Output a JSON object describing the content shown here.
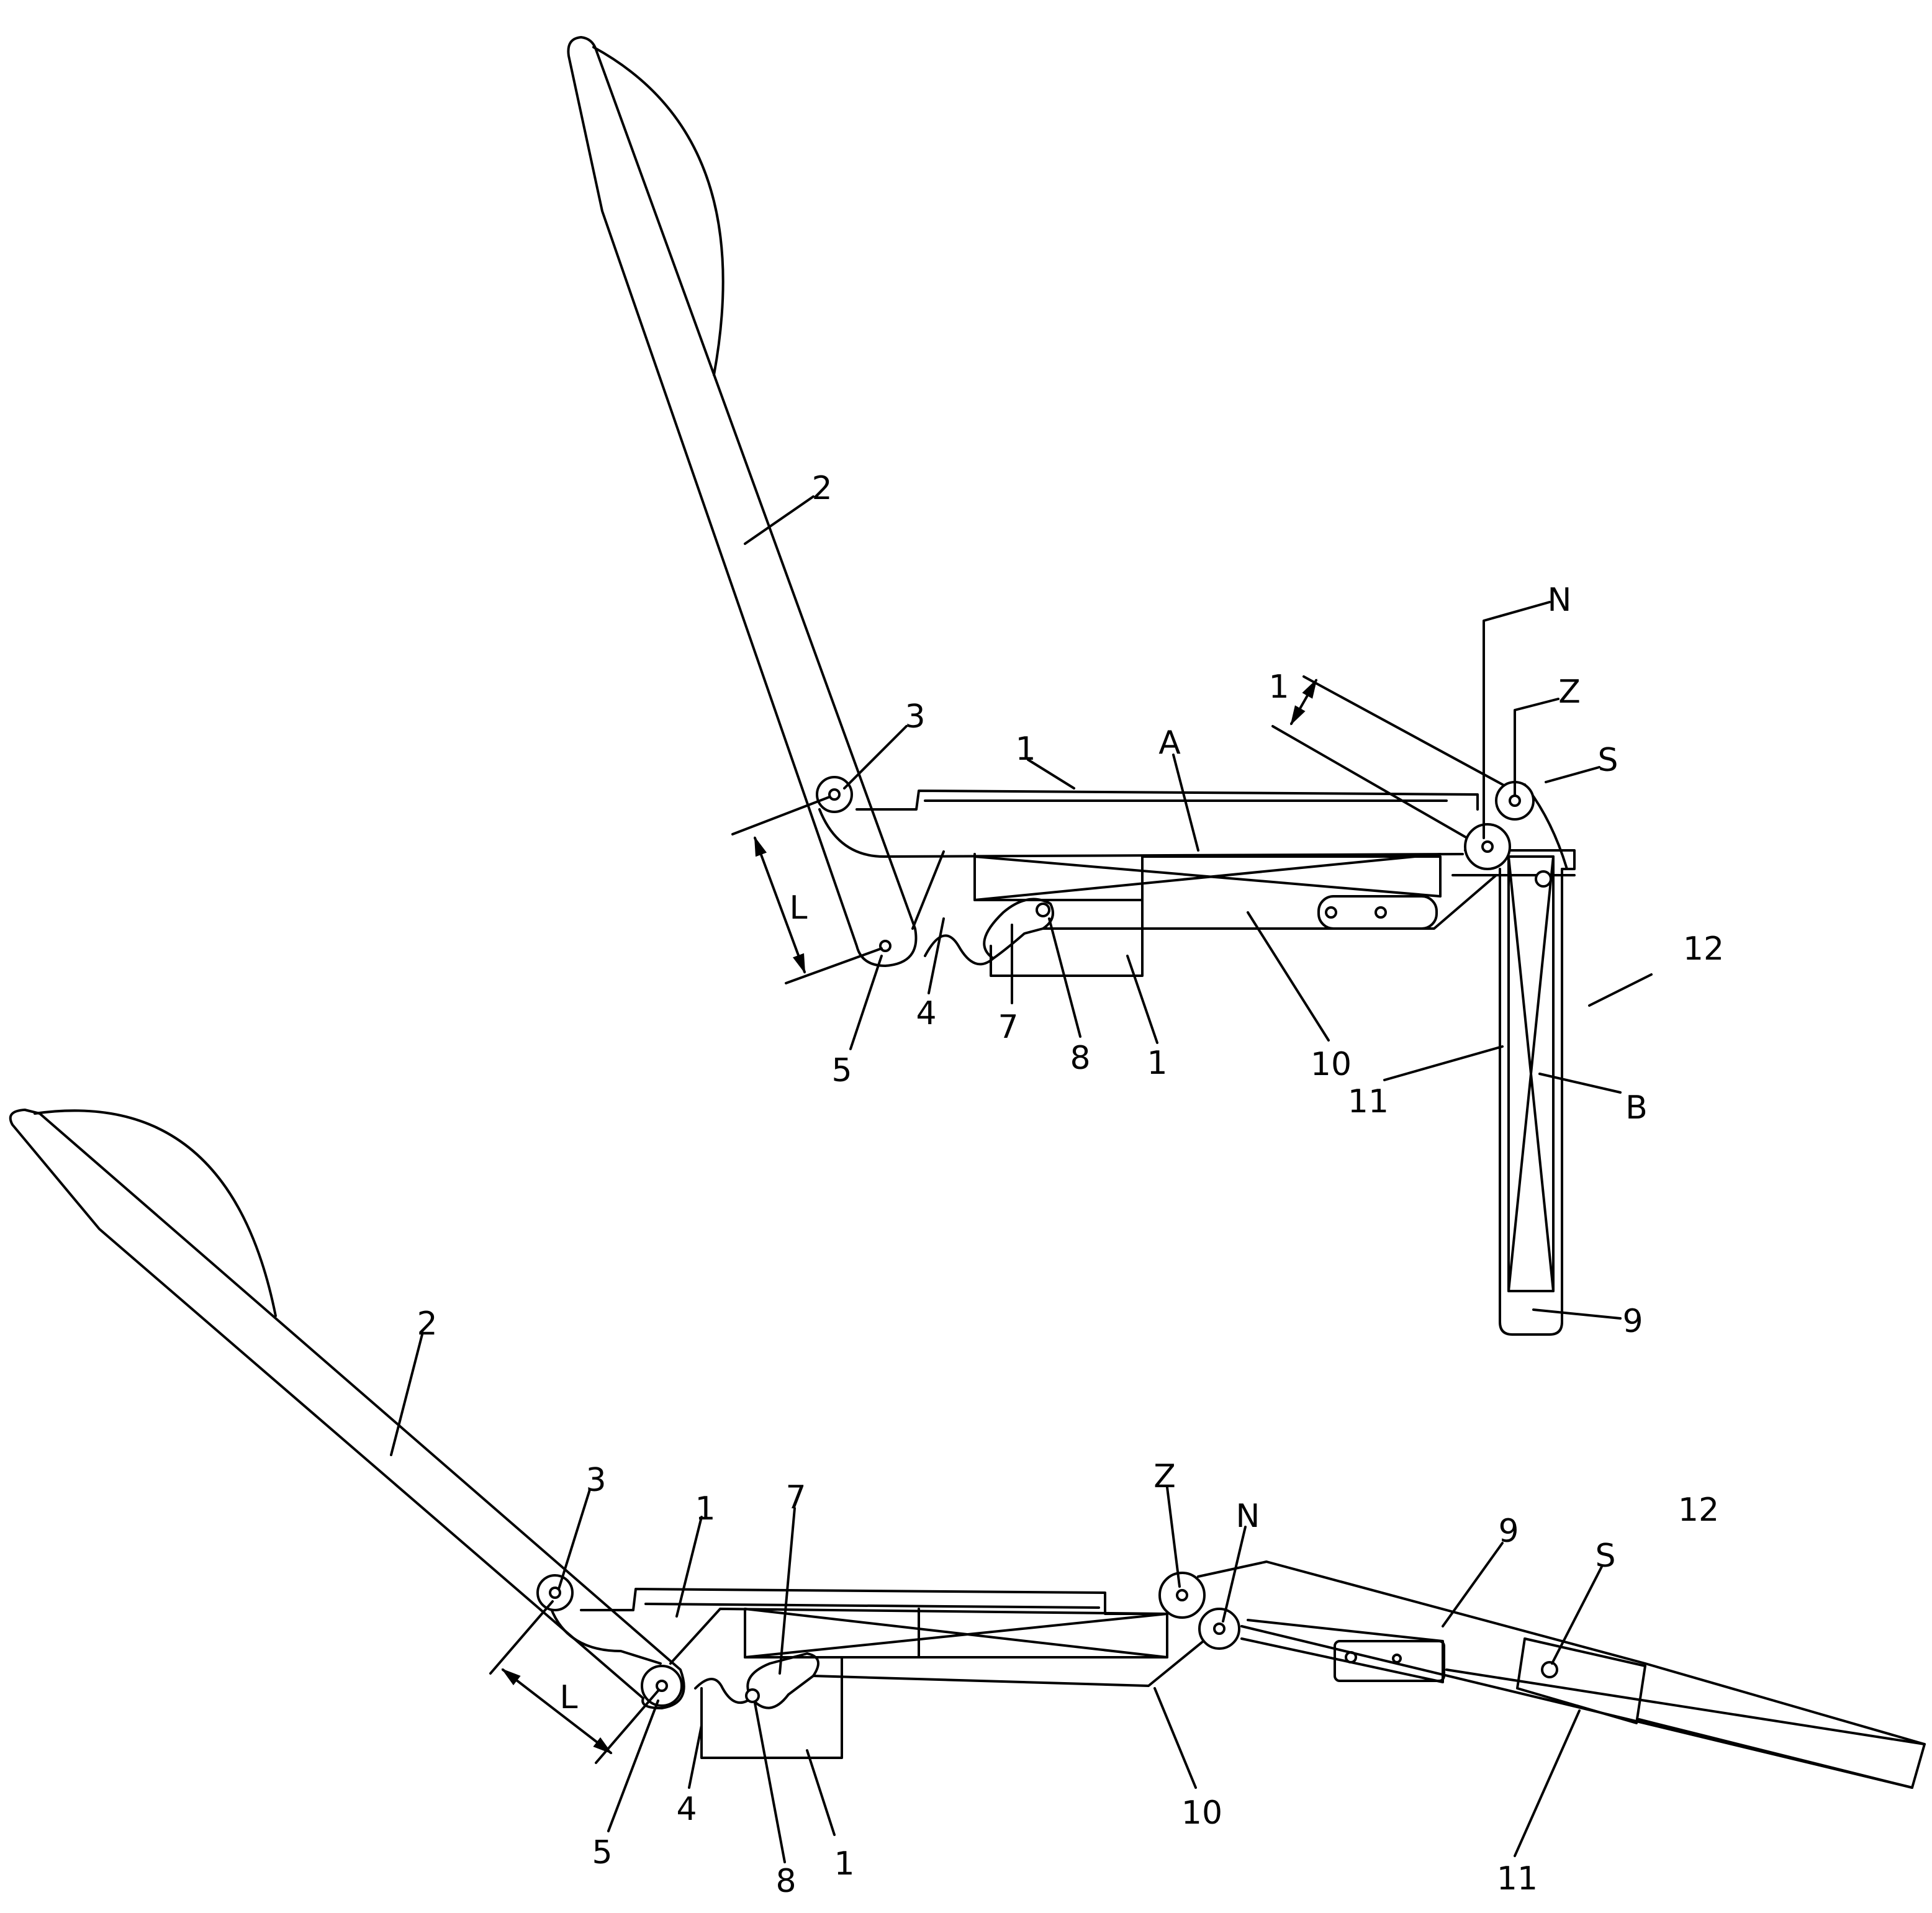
{
  "figure": {
    "top": {
      "labels": {
        "backrest": "2",
        "pivot_3": "3",
        "frame_upper": "1",
        "arm_a": "A",
        "point_n": "N",
        "point_z": "Z",
        "point_s": "S",
        "angle": "1",
        "length": "L",
        "pivot_5": "5",
        "link_4": "4",
        "slot_7": "7",
        "pin_8": "8",
        "frame_lower": "1",
        "link_10": "10",
        "arrow_12": "12",
        "arrow_11": "11",
        "arm_b": "B",
        "legrest_9": "9"
      }
    },
    "bottom": {
      "labels": {
        "backrest": "2",
        "pivot_3": "3",
        "frame_upper": "1",
        "slot_7": "7",
        "point_z": "Z",
        "point_n": "N",
        "legrest_9": "9",
        "point_s": "S",
        "arrow_12": "12",
        "length": "L",
        "pivot_5": "5",
        "link_4": "4",
        "pin_8": "8",
        "frame_lower": "1",
        "link_10": "10",
        "arrow_11": "11"
      }
    }
  }
}
